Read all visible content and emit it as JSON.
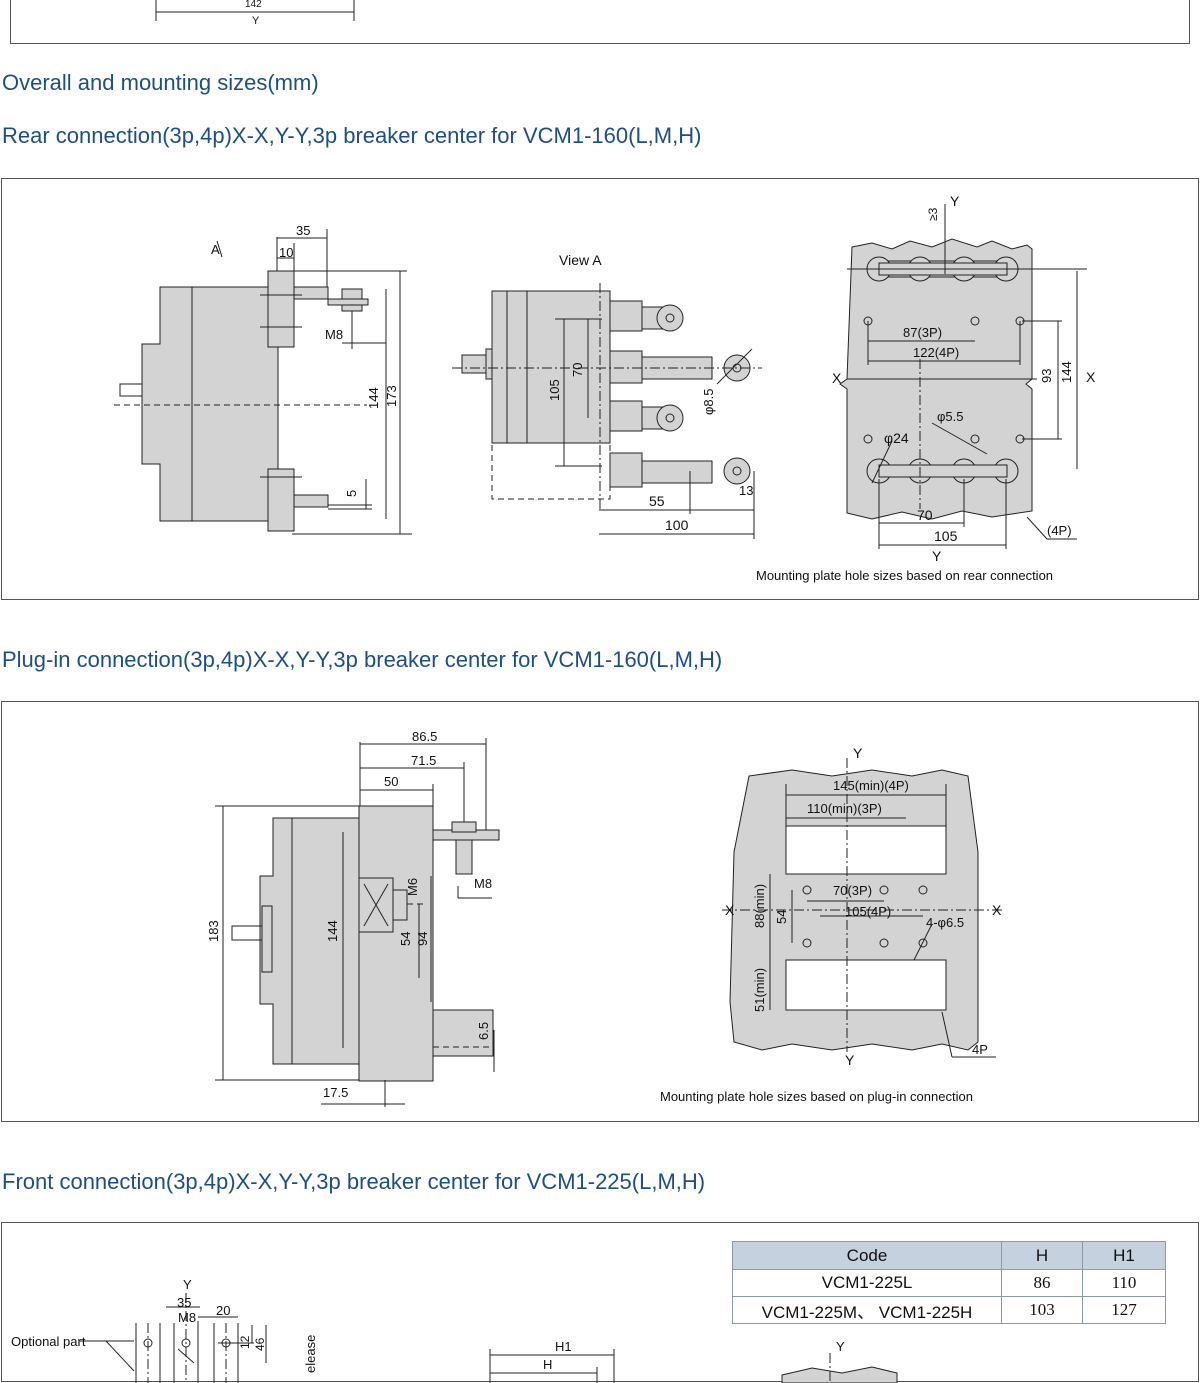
{
  "top_fragment": {
    "dim_142": "142",
    "dim_y": "Y"
  },
  "section_title": "Overall and mounting sizes(mm)",
  "rear": {
    "heading": "Rear connection(3p,4p)X-X,Y-Y,3p breaker center for VCM1-160(L,M,H)",
    "side_labels": {
      "a": "A",
      "d35": "35",
      "d10": "10",
      "m8": "M8",
      "d144": "144",
      "d173": "173",
      "d5": "5"
    },
    "view_labels": {
      "title": "View A",
      "d105": "105",
      "d70": "70",
      "phi85": "φ8.5",
      "d55": "55",
      "d100": "100",
      "d13": "13"
    },
    "plate_labels": {
      "ge3": "≥3",
      "y_top": "Y",
      "d87": "87(3P)",
      "d122": "122(4P)",
      "x_left": "X",
      "x_right": "X",
      "d93": "93",
      "d144": "144",
      "phi55": "φ5.5",
      "phi24": "φ24",
      "d70": "70",
      "d105": "105",
      "p4": "(4P)",
      "y_bottom": "Y"
    },
    "caption": "Mounting plate hole sizes based on rear connection"
  },
  "plugin": {
    "heading": "Plug-in connection(3p,4p)X-X,Y-Y,3p breaker center for VCM1-160(L,M,H)",
    "side_labels": {
      "d865": "86.5",
      "d715": "71.5",
      "d50": "50",
      "d183": "183",
      "d144": "144",
      "m6": "M6",
      "m8": "M8",
      "d54": "54",
      "d94": "94",
      "d65": "6.5",
      "d175": "17.5"
    },
    "plate_labels": {
      "y_top": "Y",
      "d145": "145(min)(4P)",
      "d110": "110(min)(3P)",
      "d88": "88(min)",
      "d54": "54",
      "d70": "70(3P)",
      "d105": "105(4P)",
      "x_left": "X",
      "x_right": "X",
      "holes": "4-φ6.5",
      "d51": "51(min)",
      "p4": "4P",
      "y_bottom": "Y"
    },
    "caption": "Mounting plate hole sizes based on plug-in connection"
  },
  "front": {
    "heading": "Front connection(3p,4p)X-X,Y-Y,3p breaker center for VCM1-225(L,M,H)",
    "side_labels": {
      "y": "Y",
      "d35": "35",
      "m8": "M8",
      "d20": "20",
      "d12": "12",
      "d46": "46",
      "optional": "Optional part",
      "release": "elease",
      "h1": "H1",
      "h": "H",
      "plate_y": "Y"
    },
    "table": {
      "headers": [
        "Code",
        "H",
        "H1"
      ],
      "rows": [
        {
          "code": "VCM1-225L",
          "h": "86",
          "h1": "110"
        },
        {
          "code": "VCM1-225M、 VCM1-225H",
          "h": "103",
          "h1": "127"
        }
      ]
    }
  }
}
